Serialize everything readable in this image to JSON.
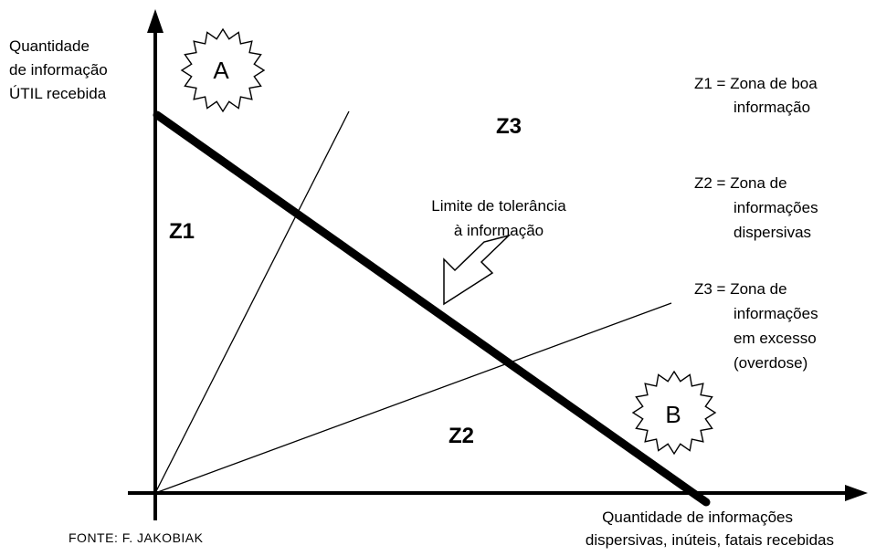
{
  "y_axis_label": [
    "Quantidade",
    "de informação",
    "ÚTIL recebida"
  ],
  "x_axis_label": [
    "Quantidade de informações",
    "dispersivas, inúteis, fatais recebidas"
  ],
  "source": "FONTE: F. JAKOBIAK",
  "zones": {
    "z1": "Z1",
    "z2": "Z2",
    "z3": "Z3"
  },
  "badges": {
    "a": "A",
    "b": "B"
  },
  "tolerance_label": [
    "Limite de tolerância",
    "à informação"
  ],
  "legend": [
    {
      "lines": [
        "Z1 = Zona de boa",
        "informação"
      ]
    },
    {
      "lines": [
        "Z2 = Zona de",
        "informações",
        "dispersivas"
      ]
    },
    {
      "lines": [
        "Z3 = Zona de",
        "informações",
        "em excesso",
        "(overdose)"
      ]
    }
  ]
}
